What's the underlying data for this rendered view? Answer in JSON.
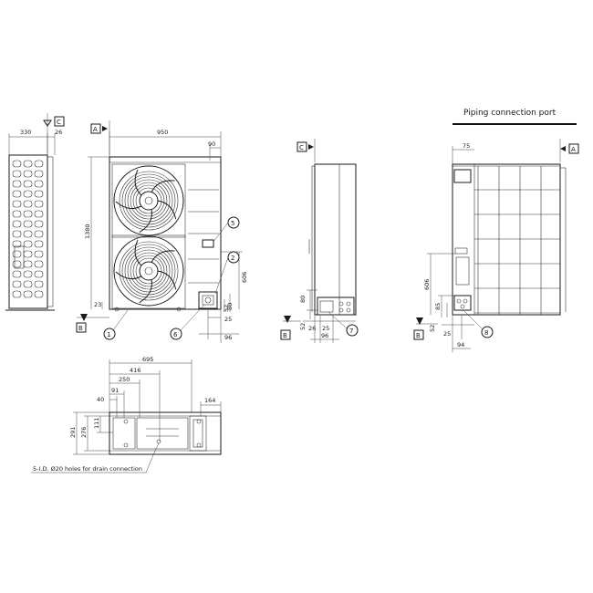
{
  "title": "Piping connection port",
  "note": "5-I.D. Ø20 holes for drain connection",
  "view_refs": {
    "a": "A",
    "b": "B",
    "c": "C"
  },
  "callouts": {
    "c1": "1",
    "c2": "2",
    "c5": "5",
    "c6": "6",
    "c7": "7",
    "c8": "8"
  },
  "dims": {
    "d330": "330",
    "d26a": "26",
    "d950": "950",
    "d90": "90",
    "d1380": "1380",
    "d23": "23",
    "d606a": "606",
    "d80a": "80",
    "d52a": "52",
    "d25a": "25",
    "d96a": "96",
    "d80b": "80",
    "d52b": "52",
    "d26b": "26",
    "d25b": "25",
    "d96b": "96",
    "d75": "75",
    "d606b": "606",
    "d85": "85",
    "d52c": "52",
    "d25c": "25",
    "d94": "94",
    "d695": "695",
    "d416": "416",
    "d250": "250",
    "d91": "91",
    "d40": "40",
    "d291": "291",
    "d276": "276",
    "d111": "111",
    "d164": "164"
  }
}
